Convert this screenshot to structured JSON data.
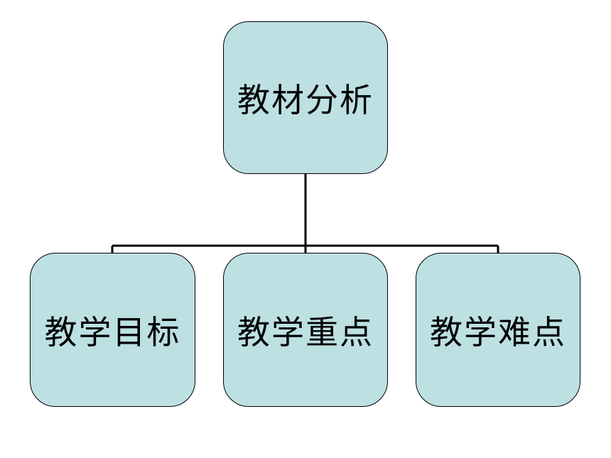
{
  "colors": {
    "node_fill": "#bde0e3",
    "node_border": "#000000",
    "connector": "#000000"
  },
  "diagram": {
    "root": {
      "label": "教材分析"
    },
    "children": [
      {
        "label": "教学目标"
      },
      {
        "label": "教学重点"
      },
      {
        "label": "教学难点"
      }
    ]
  }
}
